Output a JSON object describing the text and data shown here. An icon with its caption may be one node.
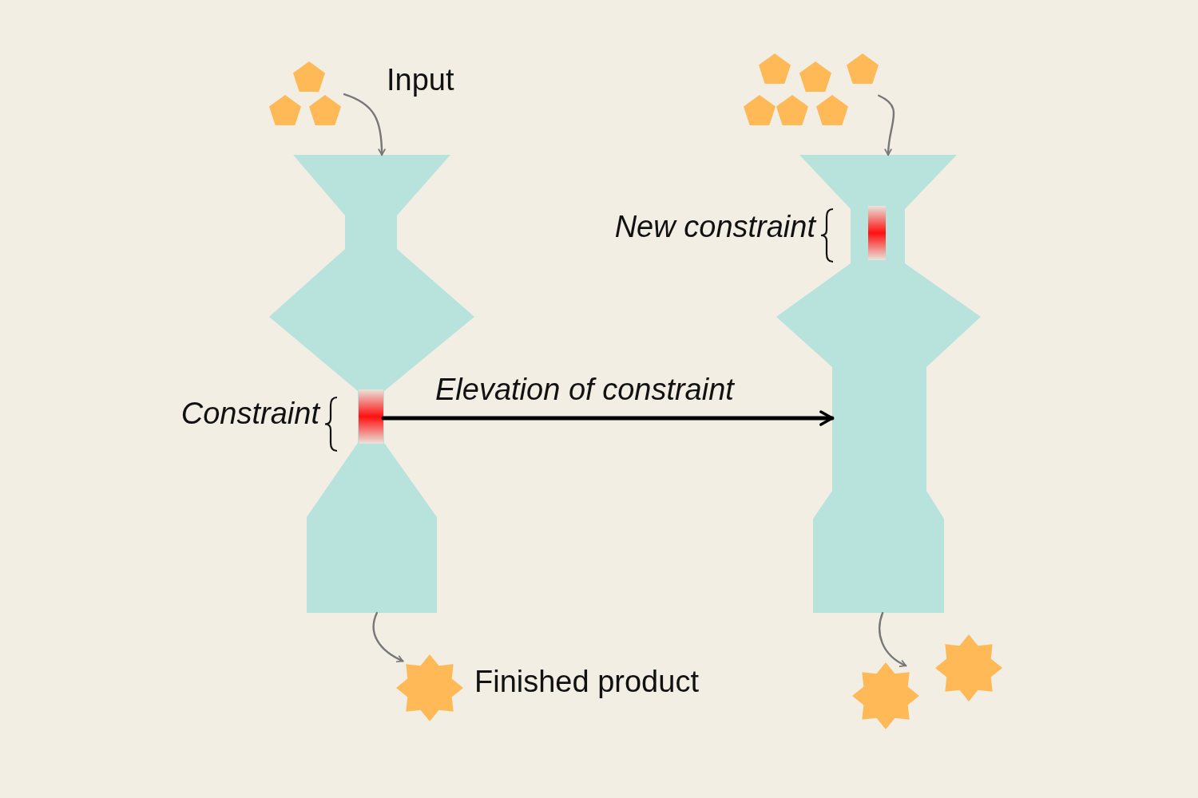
{
  "diagram": {
    "nodes": [
      {
        "text": [],
        "shape": "picture",
        "beside": [
          "Input"
        ]
      },
      {
        "text": [],
        "shape": "picture"
      },
      {
        "text": [],
        "shape": "bar",
        "in": 1,
        "beside": [
          "Constraint"
        ]
      },
      {
        "text": [],
        "shape": "picture",
        "beside": [
          "Finished product"
        ]
      },
      {
        "text": [],
        "shape": "picture"
      },
      {
        "text": [],
        "shape": "picture"
      },
      {
        "text": [],
        "shape": "bar",
        "in": 5,
        "beside": [
          "New constraint"
        ]
      },
      {
        "text": [],
        "shape": "picture"
      },
      {
        "text": [],
        "shape": "picture"
      }
    ],
    "edges": [
      {
        "from": 0,
        "to": 1,
        "arrow": "to"
      },
      {
        "from": 1,
        "to": 3,
        "arrow": "to"
      },
      {
        "from": 2,
        "to": 5,
        "arrow": "to",
        "label": "Elevation of constraint",
        "style": "thick",
        "color": "#000000"
      },
      {
        "from": 4,
        "to": 5,
        "arrow": "to"
      },
      {
        "from": 5,
        "to": 7,
        "arrow": "to"
      }
    ]
  }
}
